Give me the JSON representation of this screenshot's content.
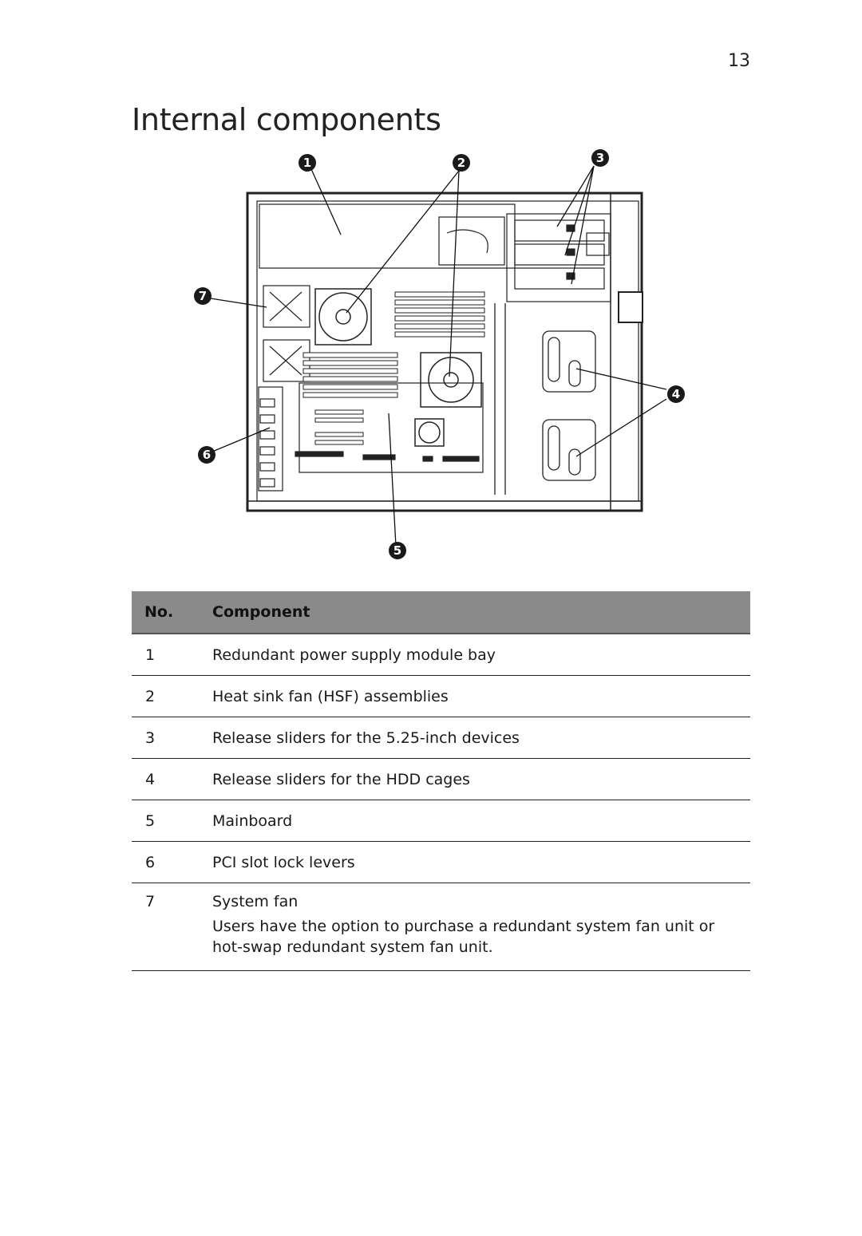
{
  "page": {
    "number": "13",
    "title": "Internal components"
  },
  "figure": {
    "callouts": [
      "1",
      "2",
      "3",
      "4",
      "5",
      "6",
      "7"
    ]
  },
  "table": {
    "headers": {
      "no": "No.",
      "component": "Component"
    },
    "rows": [
      {
        "no": "1",
        "component": "Redundant power supply module bay"
      },
      {
        "no": "2",
        "component": "Heat sink fan (HSF) assemblies"
      },
      {
        "no": "3",
        "component": "Release sliders for the 5.25-inch devices"
      },
      {
        "no": "4",
        "component": "Release sliders for the HDD cages"
      },
      {
        "no": "5",
        "component": "Mainboard"
      },
      {
        "no": "6",
        "component": "PCI slot lock levers"
      },
      {
        "no": "7",
        "component": "System fan",
        "note": "Users have the option to purchase a redundant system fan unit or hot-swap redundant system fan unit."
      }
    ]
  },
  "colors": {
    "header_bg": "#8a8a8a",
    "callout_bg": "#1a1a1a"
  }
}
